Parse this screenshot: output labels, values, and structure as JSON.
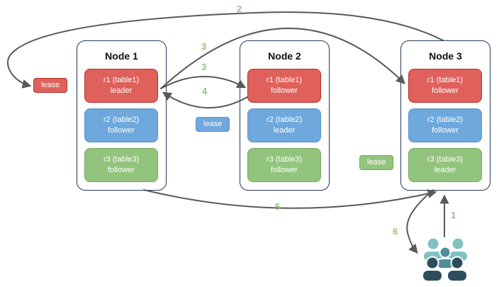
{
  "diagram_title": "raft-leaseholder-replication-diagram",
  "nodes": [
    {
      "title": "Node 1",
      "replicas": [
        {
          "name": "r1 (table1)",
          "role": "leader",
          "color": "red"
        },
        {
          "name": "r2 (table2)",
          "role": "follower",
          "color": "blue"
        },
        {
          "name": "r3 (table3)",
          "role": "follower",
          "color": "green"
        }
      ]
    },
    {
      "title": "Node 2",
      "replicas": [
        {
          "name": "r1 (table1)",
          "role": "follower",
          "color": "red"
        },
        {
          "name": "r2 (table2)",
          "role": "leader",
          "color": "blue"
        },
        {
          "name": "r3 (table3)",
          "role": "follower",
          "color": "green"
        }
      ]
    },
    {
      "title": "Node 3",
      "replicas": [
        {
          "name": "r1 (table1)",
          "role": "follower",
          "color": "red"
        },
        {
          "name": "r2 (table2)",
          "role": "follower",
          "color": "blue"
        },
        {
          "name": "r3 (table3)",
          "role": "leader",
          "color": "green"
        }
      ]
    }
  ],
  "leases": [
    {
      "text": "lease",
      "color": "red"
    },
    {
      "text": "lease",
      "color": "blue"
    },
    {
      "text": "lease",
      "color": "green"
    }
  ],
  "steps": {
    "s1": "1",
    "s2": "2",
    "s3a": "3",
    "s3b": "3",
    "s4": "4",
    "s5": "5",
    "s6": "6"
  },
  "icons": {
    "users": "users-icon"
  },
  "colors": {
    "replica_red": "#e0605b",
    "replica_red_border": "#b5332c",
    "replica_blue": "#6fa8dc",
    "replica_blue_border": "#5b93cc",
    "replica_green": "#93c47d",
    "replica_green_border": "#74a95c",
    "node_border": "#23395b",
    "arrow": "#595959",
    "step_label": "#93c47d",
    "users_light": "#7fc2c0",
    "users_mid": "#4f8e9b",
    "users_dark": "#2e4d5c"
  }
}
